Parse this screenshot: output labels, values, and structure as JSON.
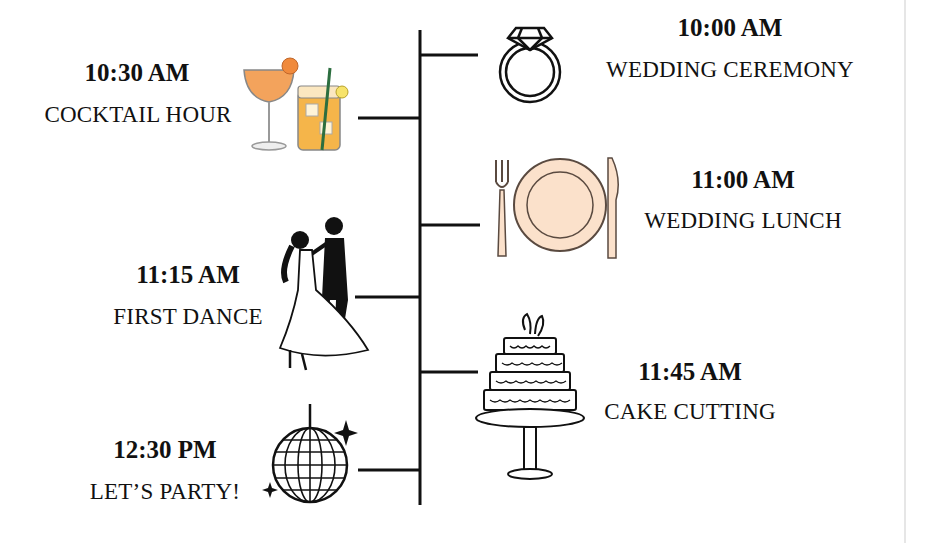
{
  "diagram": {
    "labels": [
      "10:00 AM",
      "WEDDING CEREMONY",
      "10:30 AM",
      "COCKTAIL HOUR",
      "11:00 AM",
      "WEDDING LUNCH",
      "11:15 AM",
      "FIRST DANCE",
      "11:45 AM",
      "CAKE CUTTING",
      "12:30 PM",
      "LET’S PARTY!"
    ]
  }
}
